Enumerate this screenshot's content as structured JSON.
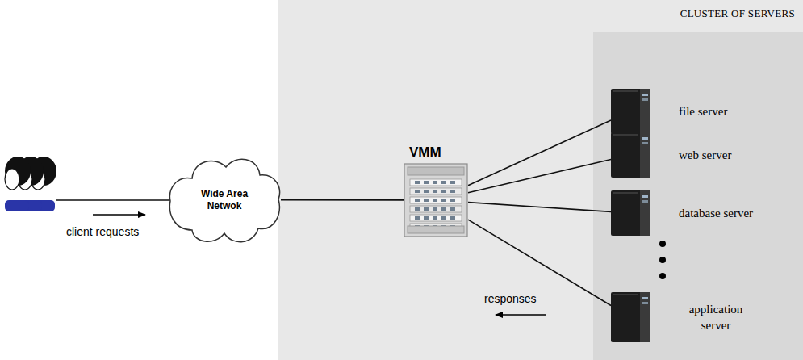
{
  "diagram": {
    "nodes": [
      {
        "text": [
          "Wide Area Netwok"
        ]
      },
      {
        "text": [
          "VMM"
        ]
      },
      {
        "text": [
          "CLUSTER OF SERVERS"
        ]
      },
      {
        "text": [
          "file server"
        ],
        "in": 2
      },
      {
        "text": [
          "web server"
        ],
        "in": 2
      },
      {
        "text": [
          "database server"
        ],
        "in": 2
      },
      {
        "text": [
          "application server"
        ],
        "in": 2
      }
    ],
    "edges": [
      {
        "from": 0,
        "to": 1,
        "arrow": "none"
      },
      {
        "from": 1,
        "to": 3,
        "arrow": "none"
      },
      {
        "from": 1,
        "to": 4,
        "arrow": "none"
      },
      {
        "from": 1,
        "to": 5,
        "arrow": "none"
      },
      {
        "from": 1,
        "to": 6,
        "arrow": "none"
      }
    ],
    "labels": [
      "client requests",
      "responses"
    ]
  }
}
